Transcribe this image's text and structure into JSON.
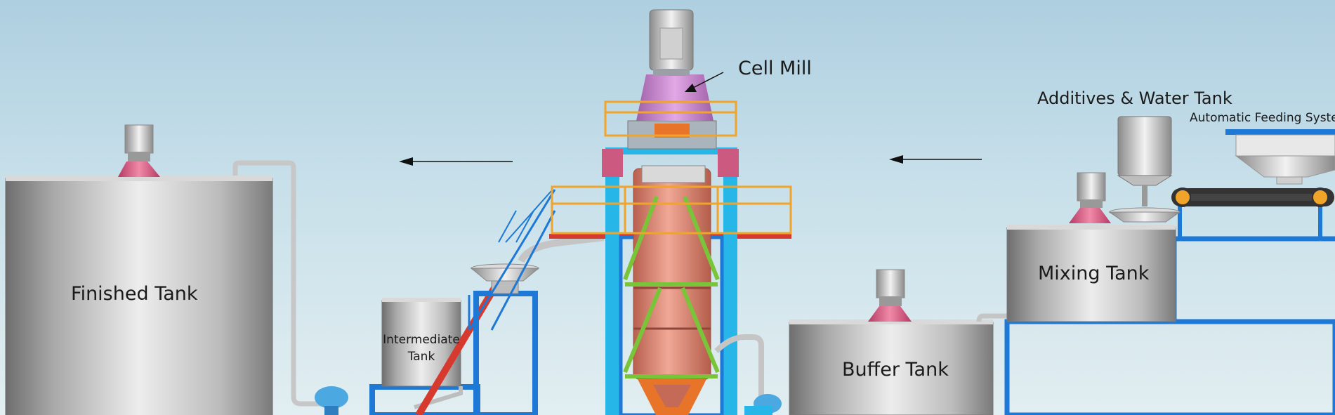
{
  "labels": {
    "cell_mill": "Cell Mill",
    "additives_water_tank": "Additives & Water Tank",
    "automatic_feeding_system": "Automatic Feeding System",
    "finished_tank": "Finished Tank",
    "intermediate_tank_line1": "Intermediate",
    "intermediate_tank_line2": "Tank",
    "mixing_tank": "Mixing Tank",
    "buffer_tank": "Buffer Tank"
  },
  "colors": {
    "steel_frame": "#1e78d6",
    "column_cyan": "#27b6e8",
    "mill_body": "#d4806e",
    "motor_seat": "#cc5a80",
    "gearbox": "#c27ac8",
    "railing": "#f0a52a",
    "platform_red": "#d63a2e",
    "brace_green": "#7ac43a"
  }
}
